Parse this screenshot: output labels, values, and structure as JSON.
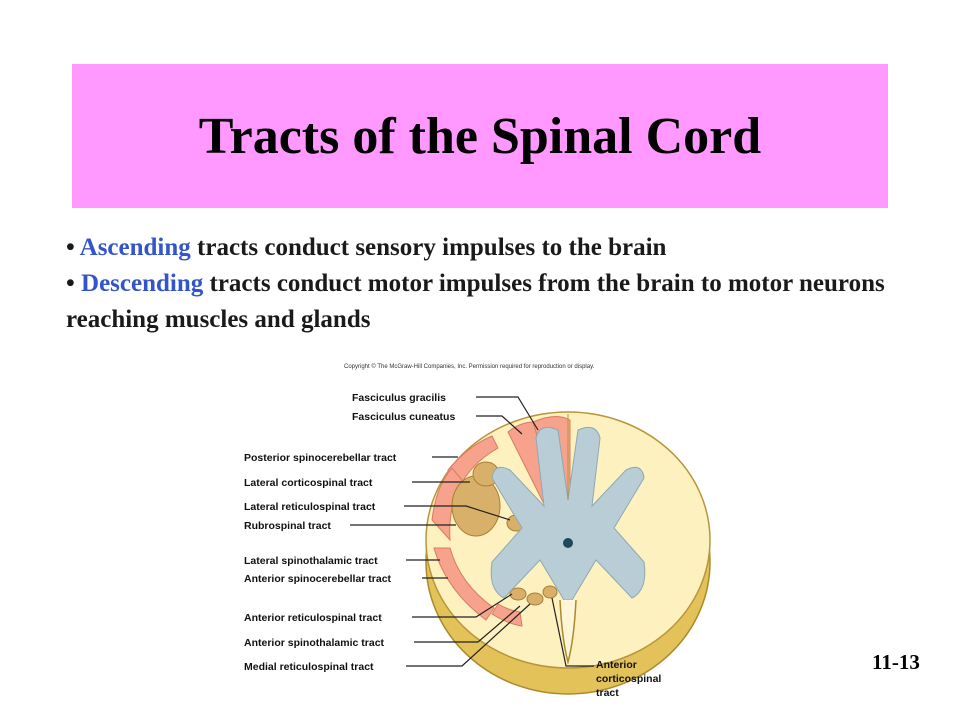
{
  "title": "Tracts of the Spinal Cord",
  "bullets": [
    {
      "marker": "•",
      "keyword": "Ascending",
      "rest": " tracts conduct sensory impulses to the brain"
    },
    {
      "marker": "•",
      "keyword": "Descending",
      "rest": " tracts conduct motor impulses from the brain to motor neurons reaching muscles and glands"
    }
  ],
  "diagram": {
    "copyright": "Copyright © The McGraw-Hill Companies, Inc. Permission required for reproduction or display.",
    "labels": {
      "fasciculus_gracilis": "Fasciculus gracilis",
      "fasciculus_cuneatus": "Fasciculus cuneatus",
      "posterior_spinocerebellar": "Posterior spinocerebellar tract",
      "lateral_corticospinal": "Lateral corticospinal tract",
      "lateral_reticulospinal": "Lateral reticulospinal tract",
      "rubrospinal": "Rubrospinal tract",
      "lateral_spinothalamic": "Lateral spinothalamic tract",
      "anterior_spinocerebellar": "Anterior spinocerebellar tract",
      "anterior_reticulospinal": "Anterior reticulospinal tract",
      "anterior_spinothalamic": "Anterior spinothalamic tract",
      "medial_reticulospinal": "Medial reticulospinal tract",
      "anterior_corticospinal_1": "Anterior",
      "anterior_corticospinal_2": "corticospinal",
      "anterior_corticospinal_3": "tract"
    },
    "colors": {
      "white_matter": "#fdf1c0",
      "gray_matter": "#b9cdd6",
      "ascending_tract": "#f6a28c",
      "descending_tract": "#d9b06a",
      "cut_surface": "#e3c25a"
    }
  },
  "slide_number": "11-13"
}
